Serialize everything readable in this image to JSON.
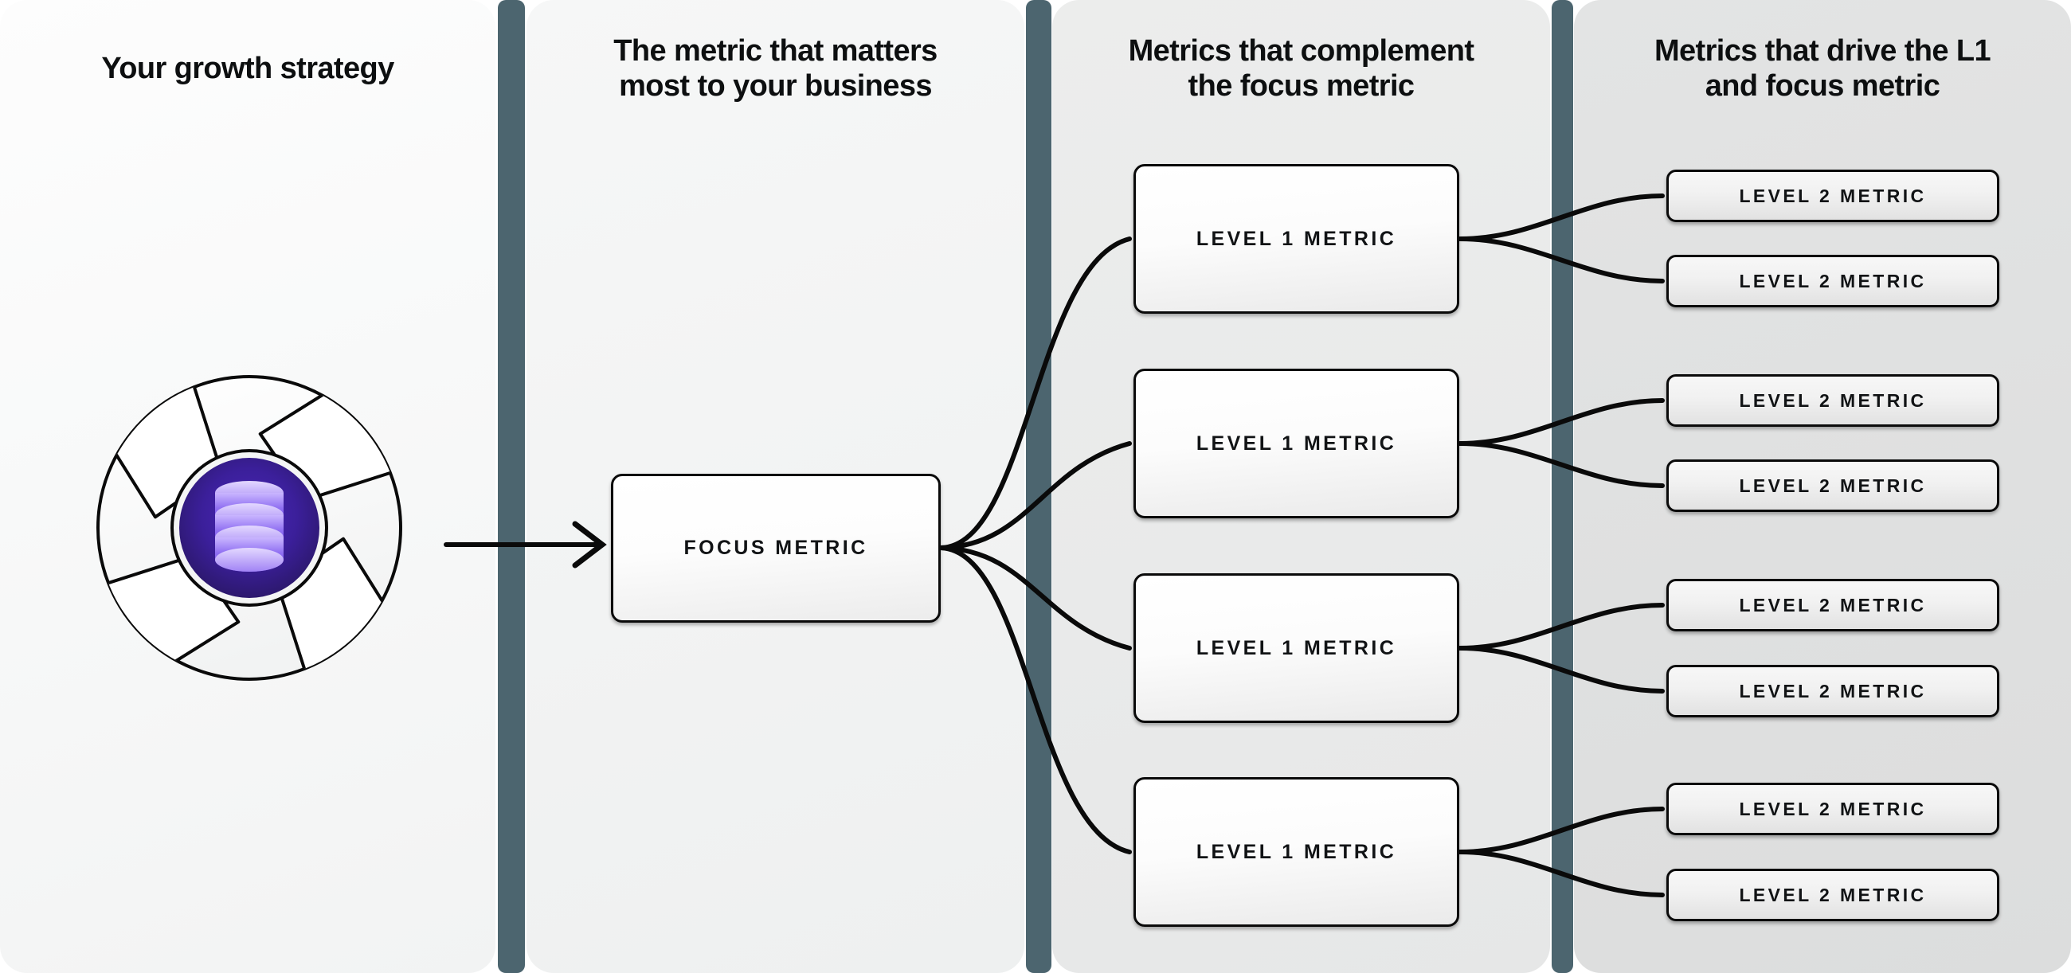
{
  "theme": {
    "divider_color": "#4c656f",
    "node_border_color": "#0a0a0a",
    "text_color": "#111315",
    "logo_accent": "#5b35d6",
    "logo_core_dark": "#2d1b6b",
    "logo_highlight": "#b39bff"
  },
  "columns": [
    {
      "id": "strategy",
      "heading": "Your growth strategy"
    },
    {
      "id": "focus",
      "heading": "The metric that matters\nmost to your business"
    },
    {
      "id": "complement",
      "heading": "Metrics that complement\nthe focus metric"
    },
    {
      "id": "drivers",
      "heading": "Metrics that drive the L1\nand focus metric"
    }
  ],
  "logo": {
    "name": "aperture-database-logo",
    "icon": "database-icon"
  },
  "focus_node": {
    "label": "FOCUS METRIC"
  },
  "branches": [
    {
      "l1": {
        "label": "LEVEL 1 METRIC"
      },
      "l2": [
        {
          "label": "LEVEL 2 METRIC"
        },
        {
          "label": "LEVEL 2 METRIC"
        }
      ]
    },
    {
      "l1": {
        "label": "LEVEL 1 METRIC"
      },
      "l2": [
        {
          "label": "LEVEL 2 METRIC"
        },
        {
          "label": "LEVEL 2 METRIC"
        }
      ]
    },
    {
      "l1": {
        "label": "LEVEL 1 METRIC"
      },
      "l2": [
        {
          "label": "LEVEL 2 METRIC"
        },
        {
          "label": "LEVEL 2 METRIC"
        }
      ]
    },
    {
      "l1": {
        "label": "LEVEL 1 METRIC"
      },
      "l2": [
        {
          "label": "LEVEL 2 METRIC"
        },
        {
          "label": "LEVEL 2 METRIC"
        }
      ]
    }
  ],
  "chart_data": {
    "type": "diagram",
    "title": "Growth metric tree",
    "structure": "hierarchy",
    "root": "FOCUS METRIC",
    "levels": [
      "Your growth strategy",
      "Focus metric",
      "Level 1 metrics",
      "Level 2 metrics"
    ],
    "counts": {
      "focus": 1,
      "level_1": 4,
      "level_2": 8
    },
    "edges": [
      {
        "from": "growth-strategy",
        "to": "FOCUS METRIC",
        "style": "straight-arrow"
      },
      {
        "from": "FOCUS METRIC",
        "to": "LEVEL 1 METRIC",
        "style": "bezier",
        "count": 4
      },
      {
        "from": "LEVEL 1 METRIC",
        "to": "LEVEL 2 METRIC",
        "style": "bezier",
        "count": 8
      }
    ]
  }
}
